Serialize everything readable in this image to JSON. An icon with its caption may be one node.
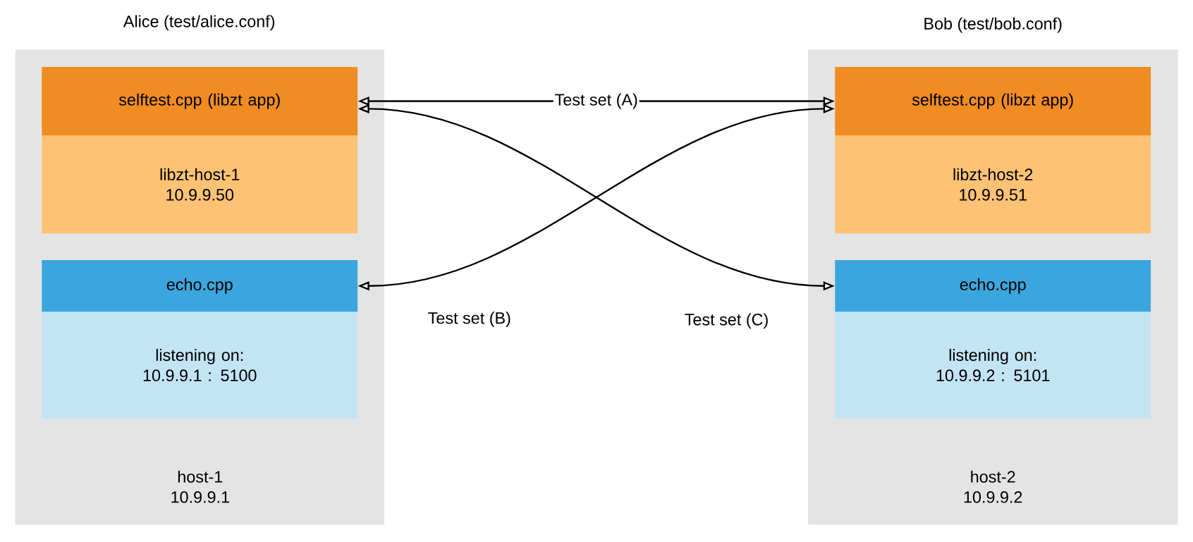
{
  "diagram": {
    "nodes": [
      {
        "text": [
          "Alice (test/alice.conf)",
          "host-1 10.9.9.1"
        ]
      },
      {
        "text": [
          "selftest.cpp (libzt app)"
        ],
        "in": 0
      },
      {
        "text": [
          "libzt-host-1 10.9.9.50"
        ],
        "in": 0
      },
      {
        "text": [
          "echo.cpp"
        ],
        "in": 0
      },
      {
        "text": [
          "listening on: 10.9.9.1 : 5100"
        ],
        "in": 0
      },
      {
        "text": [
          "Bob (test/bob.conf)",
          "host-2 10.9.9.2"
        ]
      },
      {
        "text": [
          "selftest.cpp (libzt app)"
        ],
        "in": 5
      },
      {
        "text": [
          "libzt-host-2 10.9.9.51"
        ],
        "in": 5
      },
      {
        "text": [
          "echo.cpp"
        ],
        "in": 5
      },
      {
        "text": [
          "listening on: 10.9.9.2 : 5101"
        ],
        "in": 5
      }
    ],
    "edges": [
      {
        "from": 1,
        "to": 6,
        "arrow": "both",
        "label": "Test set (A)"
      },
      {
        "from": 6,
        "to": 3,
        "arrow": "both",
        "label": "Test set (B)"
      },
      {
        "from": 1,
        "to": 8,
        "arrow": "both",
        "label": "Test set (C)"
      }
    ]
  }
}
